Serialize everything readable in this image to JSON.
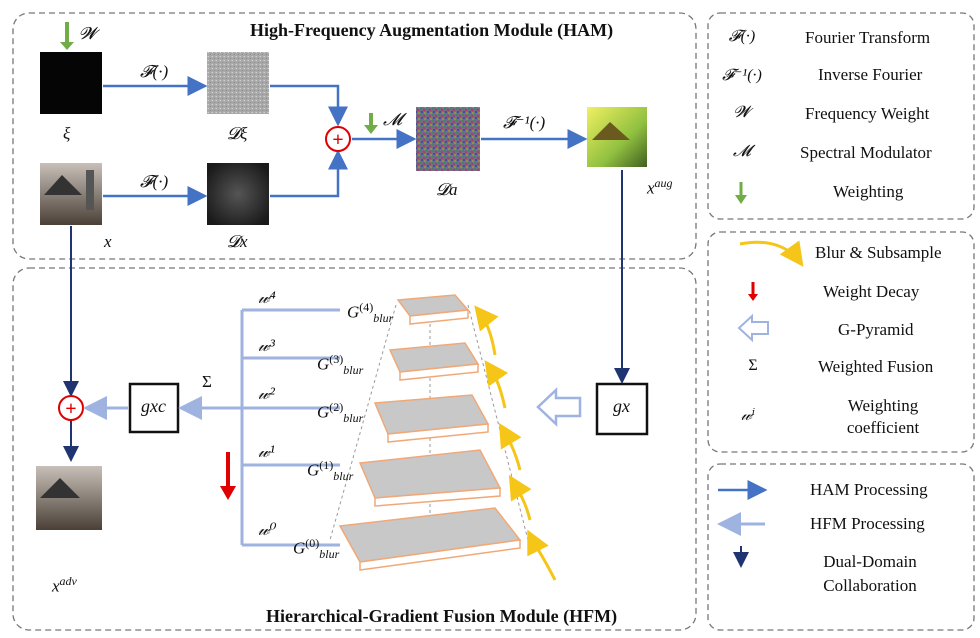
{
  "ham": {
    "title": "High-Frequency Augmentation Module (HAM)",
    "weight_sym": "𝓦",
    "fourier_1": "𝓕(·)",
    "fourier_2": "𝓕(·)",
    "inv_fourier": "𝓕⁻¹(·)",
    "mod_sym": "𝓜",
    "xi": "ξ",
    "x": "x",
    "D_xi": "𝓓ξ",
    "D_x": "𝓓x",
    "D_a": "𝓓a",
    "x_aug": "x",
    "x_aug_sup": "aug"
  },
  "hfm": {
    "title": "Hierarchical-Gradient Fusion Module (HFM)",
    "g_x": "gx",
    "g_x_c": "gxc",
    "sigma": "Σ",
    "x_adv": "x",
    "x_adv_sup": "adv",
    "weights": [
      "𝓌⁴",
      "𝓌³",
      "𝓌²",
      "𝓌¹",
      "𝓌⁰"
    ],
    "blur_labels": [
      "G",
      "G",
      "G",
      "G",
      "G"
    ],
    "blur_sups": [
      "(4)",
      "(3)",
      "(2)",
      "(1)",
      "(0)"
    ],
    "blur_sub": "blur"
  },
  "legend1": [
    {
      "sym": "𝓕(·)",
      "label": "Fourier Transform"
    },
    {
      "sym": "𝓕⁻¹(·)",
      "label": "Inverse Fourier"
    },
    {
      "sym": "𝓦",
      "label": "Frequency Weight"
    },
    {
      "sym": "𝓜",
      "label": "Spectral Modulator"
    },
    {
      "sym": "",
      "label": "Weighting"
    }
  ],
  "legend2": [
    {
      "sym": "",
      "label": "Blur & Subsample"
    },
    {
      "sym": "",
      "label": "Weight Decay"
    },
    {
      "sym": "",
      "label": "G-Pyramid"
    },
    {
      "sym": "Σ",
      "label": "Weighted Fusion"
    },
    {
      "sym": "𝓌ⁱ",
      "label": "Weighting coefficient"
    }
  ],
  "legend3": [
    {
      "label": "HAM Processing"
    },
    {
      "label": "HFM Processing"
    },
    {
      "label": "Dual-Domain Collaboration"
    }
  ],
  "colors": {
    "ham_arrow": "#4472c4",
    "hfm_arrow": "#9eb3e0",
    "dual_arrow": "#1f3470",
    "weight_green": "#70ad47",
    "decay_red": "#e00000",
    "blur_yellow": "#f5c518",
    "plate_gray": "#c8c8c8",
    "plate_edge": "#f0a878"
  }
}
